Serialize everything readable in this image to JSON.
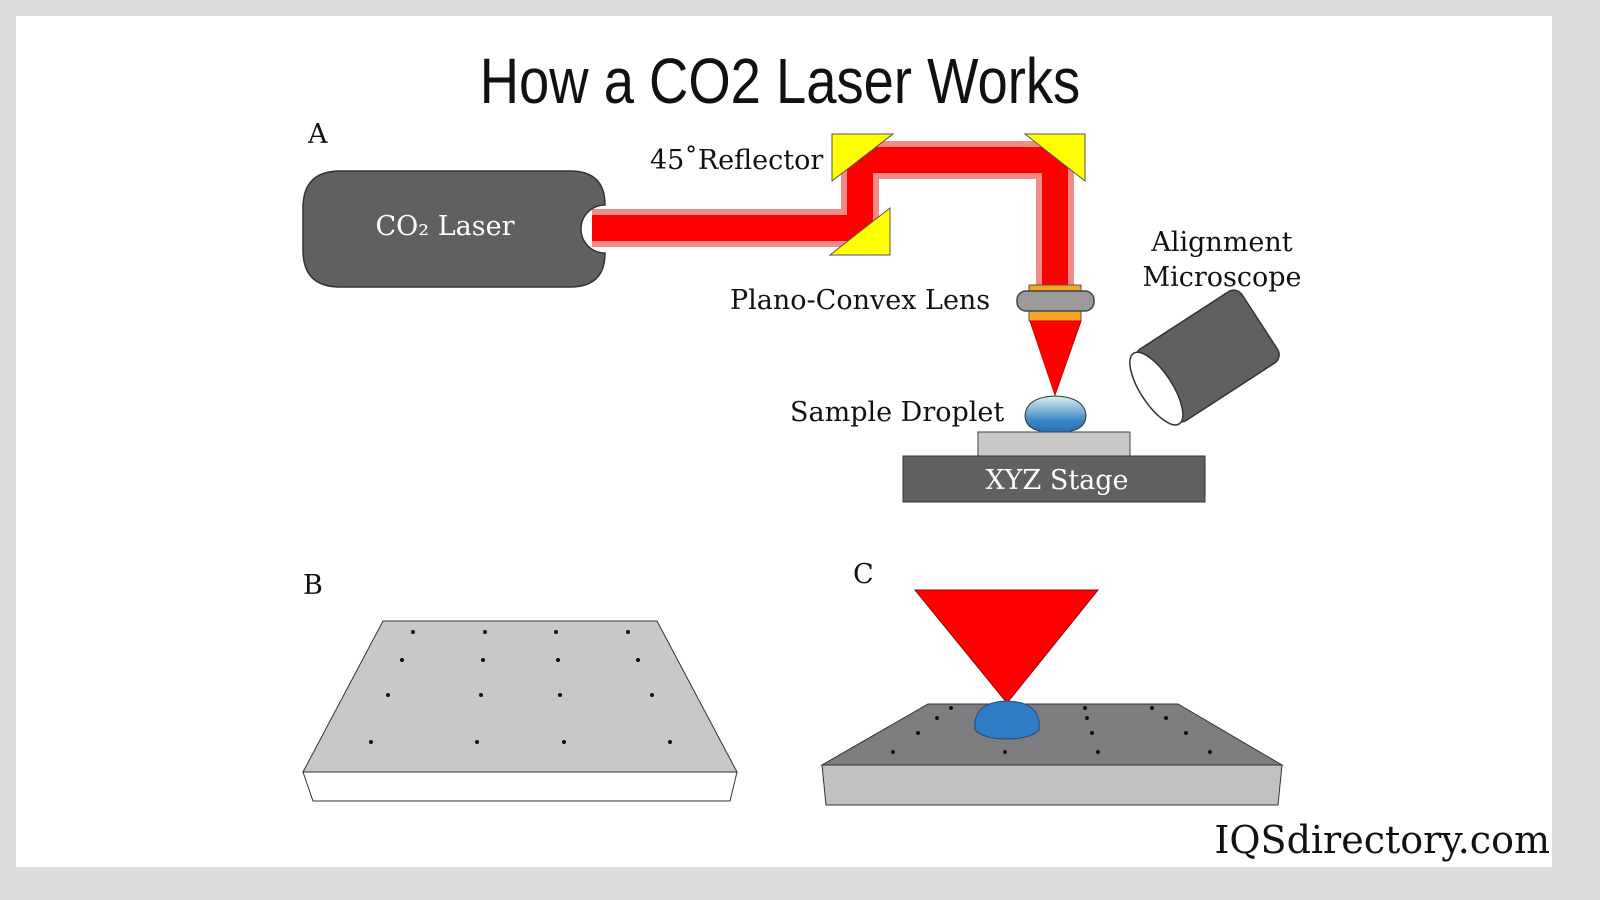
{
  "title": "How a CO2 Laser Works",
  "panels": {
    "a": "A",
    "b": "B",
    "c": "C"
  },
  "labels": {
    "laser": "CO₂ Laser",
    "reflector": "45˚Reflector",
    "lens": "Plano-Convex Lens",
    "microscope_line1": "Alignment",
    "microscope_line2": "Microscope",
    "droplet": "Sample Droplet",
    "stage": "XYZ Stage"
  },
  "watermark": "IQSdirectory.com",
  "colors": {
    "beam": "#ff0000",
    "mirror": "#ffff00",
    "body": "#5f6062",
    "droplet": "#2f7cc4"
  }
}
